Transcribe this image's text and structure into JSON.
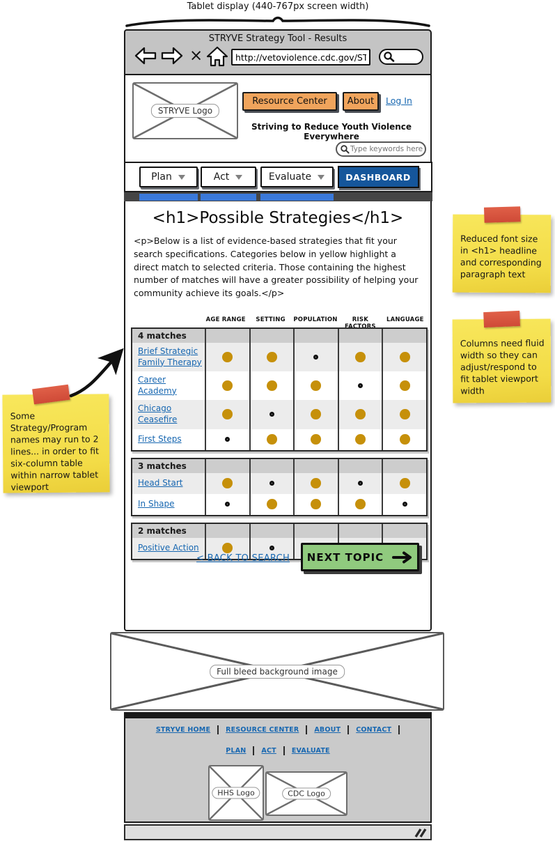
{
  "annotation": {
    "device_label": "Tablet display (440-767px screen width)"
  },
  "browser": {
    "title": "STRYVE Strategy Tool - Results",
    "url": "http://vetoviolence.cdc.gov/STR"
  },
  "header": {
    "logo_label": "STRYVE Logo",
    "resource_center_label": "Resource Center",
    "about_label": "About",
    "login_label": "Log In",
    "tagline": "Striving to Reduce Youth Violence Everywhere",
    "search_placeholder": "Type keywords here..."
  },
  "nav": {
    "items": [
      {
        "label": "Plan"
      },
      {
        "label": "Act"
      },
      {
        "label": "Evaluate"
      }
    ],
    "dashboard_label": "DASHBOARD"
  },
  "content": {
    "heading": "<h1>Possible Strategies</h1>",
    "intro": "<p>Below is a list of evidence-based strategies that fit your search specifications. Categories below in yellow highlight a direct match to selected criteria. Those containing the highest number of matches will have a greater possibility of helping your community achieve its goals.</p>",
    "back_link_label": "< BACK TO SEARCH",
    "next_button_label": "NEXT TOPIC"
  },
  "strategy_table": {
    "columns": [
      "AGE RANGE",
      "SETTING",
      "POPULATION",
      "RISK FACTORS",
      "LANGUAGE"
    ],
    "groups": [
      {
        "label": "4 matches",
        "rows": [
          {
            "name": "Brief Strategic Family Therapy",
            "matches": [
              1,
              1,
              0,
              1,
              1
            ]
          },
          {
            "name": "Career Academy",
            "matches": [
              1,
              1,
              1,
              0,
              1
            ]
          },
          {
            "name": "Chicago Ceasefire",
            "matches": [
              1,
              0,
              1,
              1,
              1
            ]
          },
          {
            "name": "First Steps",
            "matches": [
              0,
              1,
              1,
              1,
              1
            ]
          }
        ]
      },
      {
        "label": "3 matches",
        "rows": [
          {
            "name": "Head Start",
            "matches": [
              1,
              0,
              1,
              0,
              1
            ]
          },
          {
            "name": "In Shape",
            "matches": [
              0,
              1,
              1,
              1,
              0
            ]
          }
        ]
      },
      {
        "label": "2 matches",
        "rows": [
          {
            "name": "Positive Action",
            "matches": [
              1,
              0,
              0,
              1,
              0
            ]
          }
        ]
      }
    ]
  },
  "placeholders": {
    "full_bleed_label": "Full bleed background image",
    "hhs_logo_label": "HHS Logo",
    "cdc_logo_label": "CDC Logo"
  },
  "footer": {
    "primary_links": [
      "STRYVE HOME",
      "RESOURCE CENTER",
      "ABOUT",
      "CONTACT"
    ],
    "secondary_links": [
      "PLAN",
      "ACT",
      "EVALUATE"
    ]
  },
  "notes": {
    "right_top": "Reduced font size in <h1> headline and corresponding paragraph text",
    "right_bottom": "Columns need fluid width so they can adjust/respond to fit tablet viewport width",
    "left": "Some Strategy/Program names may run to 2 lines... in order to fit six-column table within narrow tablet viewport"
  },
  "colors": {
    "accent_orange": "#f0a45c",
    "nav_blue_dark": "#15569b",
    "progress_blue": "#3b79d9",
    "link_blue": "#1767b1",
    "dot_gold": "#c6900a",
    "button_green": "#90ca7e",
    "note_yellow": "#f6e054",
    "tape_red": "#d8503c"
  }
}
